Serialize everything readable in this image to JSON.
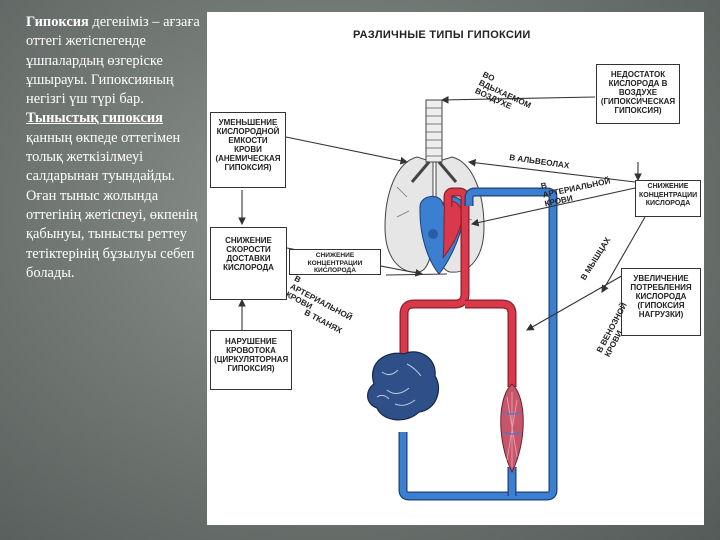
{
  "left_text": {
    "p1_bold": "Гипоксия",
    "p1_rest": " дегеніміз – ағзаға оттегі жетіспегенде ұшпалардың өзгеріске ұшырауы. Гипоксияның негізгі үш түрі бар.",
    "p2_bold": "Тыныстық гипоксия",
    "p2_rest": " қанның өкпеде оттегімен толық жеткізілмеуі салдарынан туындайды. Оған тыныс жолында оттегінің жетіспеуі, өкпенің қабынуы, тынысты реттеу тетіктерінің бұзылуы себеп болады."
  },
  "diagram": {
    "title": "РАЗЛИЧНЫЕ ТИПЫ ГИПОКСИИ",
    "boxes": {
      "anemic": "Уменьшение кислородной емкости крови (анемическая гипоксия)",
      "delivery": "Снижение скорости доставки кислорода",
      "delivery_sub": "Снижение концентрации кислорода",
      "circulatory": "Нарушение кровотока (циркуляторная гипоксия)",
      "hypoxic": "Недостаток кислорода в воздухе (гипоксическая гипоксия)",
      "concentration": "Снижение концентрации кислорода",
      "load": "Увеличение потребления кислорода (гипоксия нагрузки)"
    },
    "labels": {
      "inhaled": "Во вдыхаемом воздухе",
      "alveoli": "В альвеолах",
      "arterial_right": "В артериальной крови",
      "muscles": "В мышцах",
      "arterial_center": "В артериальной крови",
      "tissues": "В тканях",
      "venous": "В венозной крови"
    },
    "colors": {
      "arterial": "#d9394a",
      "venous": "#3b7fd1",
      "organ": "#d8d8d8"
    }
  }
}
